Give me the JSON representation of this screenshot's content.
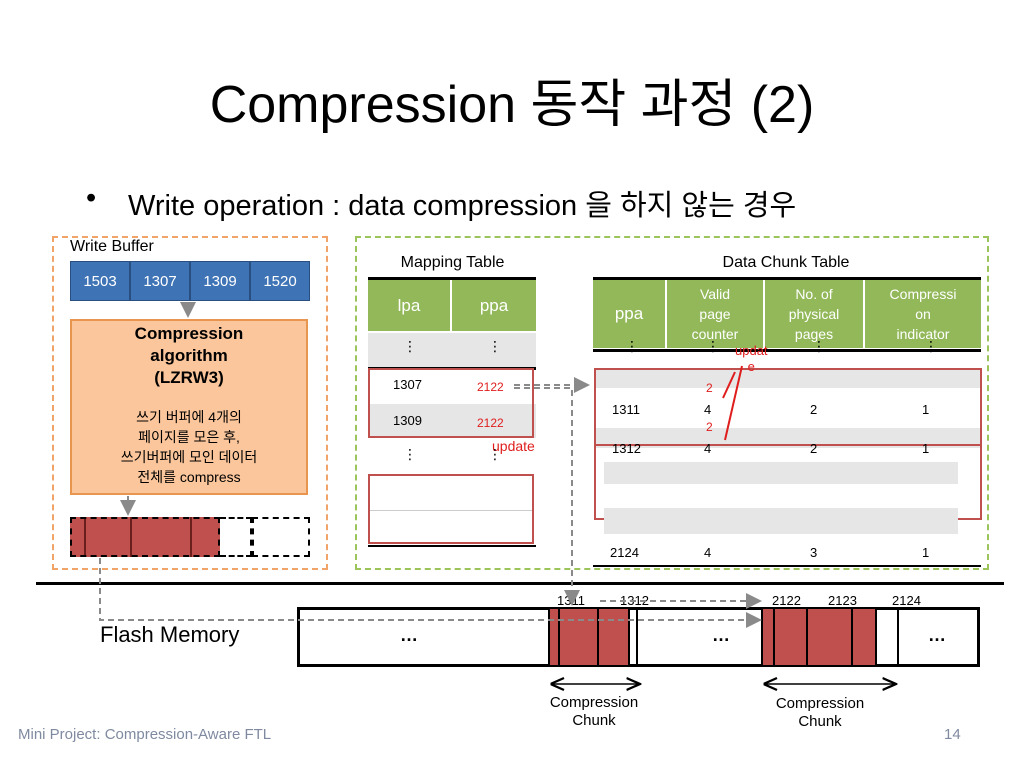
{
  "slide": {
    "title": "Compression 동작 과정 (2)",
    "bullet": "Write operation :  data compression 을 하지 않는 경우",
    "footer": "Mini Project: Compression-Aware FTL",
    "page_number": "14"
  },
  "write_buffer": {
    "label": "Write Buffer",
    "cells": [
      "1503",
      "1307",
      "1309",
      "1520"
    ]
  },
  "algorithm": {
    "title_lines": [
      "Compression",
      "algorithm",
      "(LZRW3)"
    ],
    "desc_lines": [
      "쓰기 버퍼에 4개의",
      "페이지를 모은 후,",
      "쓰기버퍼에 모인 데이터",
      "전체를 compress"
    ]
  },
  "mapping_table": {
    "title": "Mapping Table",
    "headers": [
      "lpa",
      "ppa"
    ],
    "ellipsis": "⋮",
    "rows": [
      {
        "lpa": "1307",
        "ppa": "2122"
      },
      {
        "lpa": "1309",
        "ppa": "2122"
      }
    ],
    "update_label": "update"
  },
  "chunk_table": {
    "title": "Data Chunk Table",
    "headers": [
      "ppa",
      "Valid page counter",
      "No. of physical pages",
      "Compression indicator"
    ],
    "header_lines": {
      "ppa": [
        "ppa"
      ],
      "valid": [
        "Valid",
        "page",
        "counter"
      ],
      "phys": [
        "No. of",
        "physical",
        "pages"
      ],
      "comp": [
        "Compressi",
        "on",
        "indicator"
      ]
    },
    "ellipsis": "⋮",
    "rows": [
      {
        "ppa": "1311",
        "valid": "4",
        "phys": "2",
        "comp": "1"
      },
      {
        "ppa": "1312",
        "valid": "4",
        "phys": "2",
        "comp": "1"
      },
      {
        "ppa": "2124",
        "valid": "4",
        "phys": "3",
        "comp": "1"
      }
    ],
    "update_label_lines": [
      "updat",
      "e"
    ],
    "updated_value_a": "2",
    "updated_value_b": "2"
  },
  "flash": {
    "label": "Flash Memory",
    "ellipsis": "…",
    "addr_labels": [
      "1311",
      "1312",
      "2122",
      "2123",
      "2124"
    ],
    "chunk_label_lines": [
      "Compression",
      "Chunk"
    ]
  },
  "colors": {
    "blue": "#3e73b5",
    "green": "#92b85a",
    "orange": "#f0a46a",
    "red": "#c0504d",
    "red_text": "#e01d1d"
  }
}
